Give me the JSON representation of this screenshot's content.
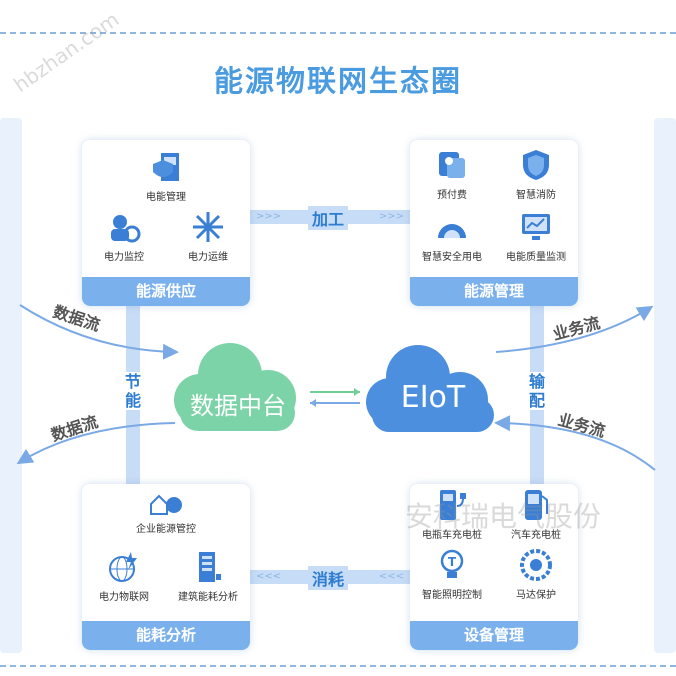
{
  "title": "能源物联网生态圈",
  "cards": {
    "supply": {
      "footer": "能源供应",
      "items": [
        "电能管理",
        "电力监控",
        "电力运维"
      ]
    },
    "management": {
      "footer": "能源管理",
      "items": [
        "预付费",
        "智慧消防",
        "智慧安全用电",
        "电能质量监测"
      ]
    },
    "analysis": {
      "footer": "能耗分析",
      "items": [
        "企业能源管控",
        "电力物联网",
        "建筑能耗分析"
      ]
    },
    "equipment": {
      "footer": "设备管理",
      "items": [
        "电瓶车充电桩",
        "汽车充电桩",
        "智能照明控制",
        "马达保护"
      ]
    }
  },
  "flows": {
    "top": "加工",
    "bottom": "消耗",
    "left": [
      "节",
      "能"
    ],
    "right": [
      "输",
      "配"
    ]
  },
  "clouds": {
    "left": "数据中台",
    "right": "EIoT"
  },
  "side_labels": {
    "data_in": "数据流",
    "data_out": "数据流",
    "biz_out": "业务流",
    "biz_in": "业务流"
  },
  "watermarks": {
    "company": "安科瑞电气股份",
    "site": "hbzhan.com"
  },
  "colors": {
    "primary": "#4a9be0",
    "card_footer": "#7ab1ec",
    "cloud_green": "#7dd3a8",
    "cloud_blue": "#4d8fdf"
  }
}
